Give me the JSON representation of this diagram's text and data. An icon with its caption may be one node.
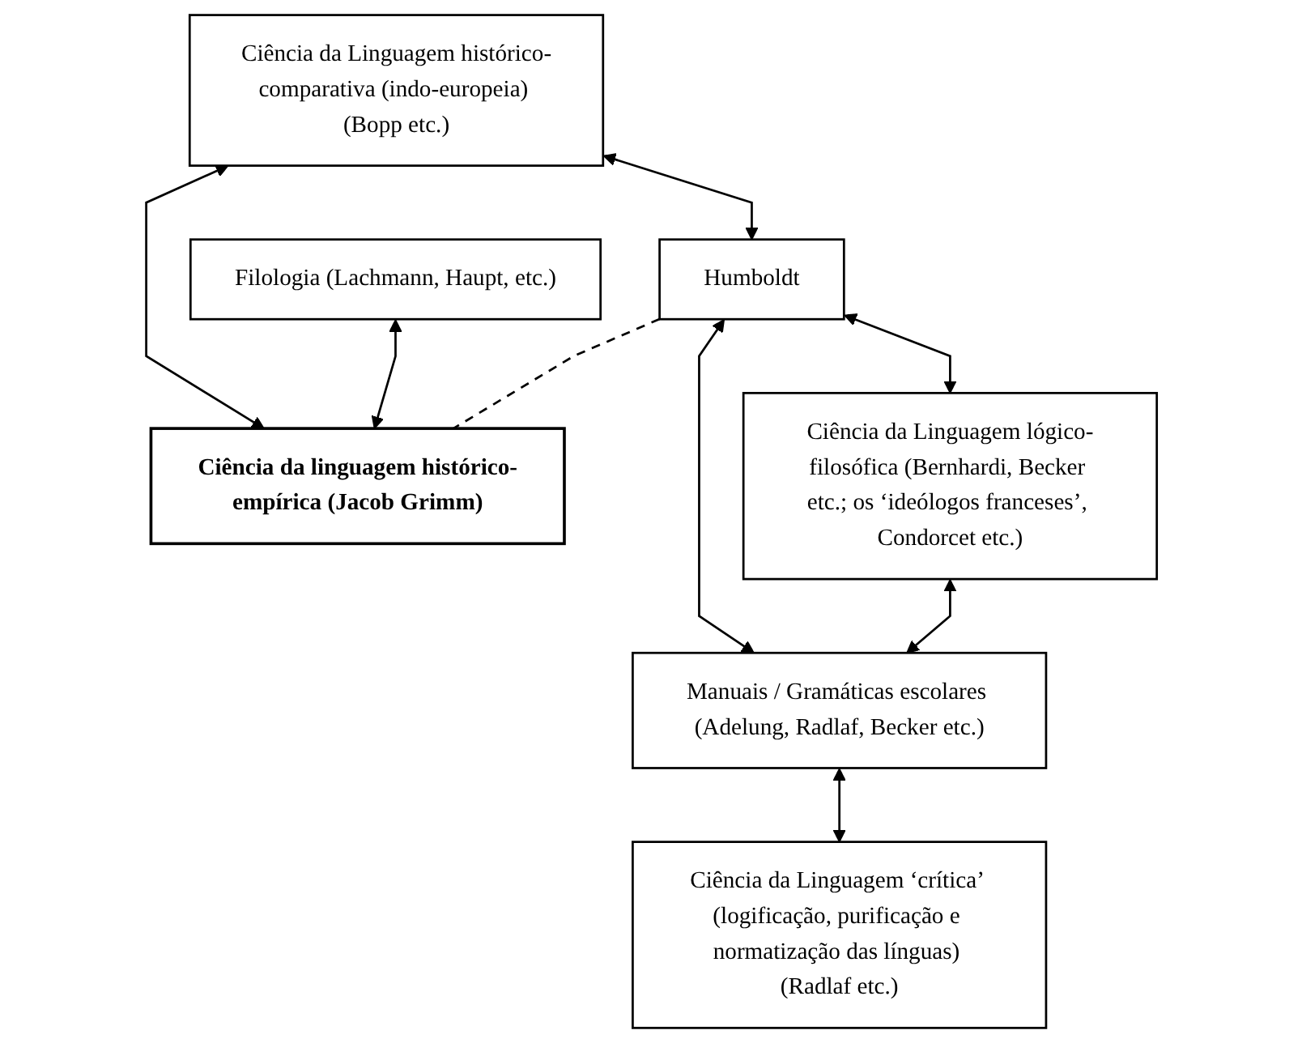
{
  "diagram": {
    "nodes": [
      {
        "text": [
          "Ciência da Linguagem histórico-comparativa (indo-europeia) (Bopp etc.)"
        ]
      },
      {
        "text": [
          "Filologia (Lachmann, Haupt, etc.)"
        ]
      },
      {
        "text": [
          "Ciência da linguagem histórico-empírica (Jacob Grimm)"
        ]
      },
      {
        "text": [
          "Humboldt"
        ]
      },
      {
        "text": [
          "Ciência da Linguagem ‘crítica’ (logificação, purificação e normatização das línguas) (Radlaf etc.)"
        ]
      },
      {
        "text": [
          "Ciência da Linguagem lógico-filosófica (Bernhardi, Becker etc.; os ‘ideólogos franceses’, Condorcet etc.)"
        ]
      },
      {
        "text": [
          "Manuais / Gramáticas escolares (Adelung, Radlaf, Becker etc.)"
        ]
      }
    ],
    "edges": [
      {
        "from": 0,
        "to": 3,
        "arrow": "both"
      },
      {
        "from": 0,
        "to": 2,
        "arrow": "both"
      },
      {
        "from": 1,
        "to": 2,
        "arrow": "both"
      },
      {
        "from": 3,
        "to": 2,
        "arrow": "none",
        "style": "dashed"
      },
      {
        "from": 3,
        "to": 5,
        "arrow": "both"
      },
      {
        "from": 3,
        "to": 6,
        "arrow": "both"
      },
      {
        "from": 5,
        "to": 6,
        "arrow": "both"
      },
      {
        "from": 6,
        "to": 4,
        "arrow": "both"
      }
    ]
  }
}
